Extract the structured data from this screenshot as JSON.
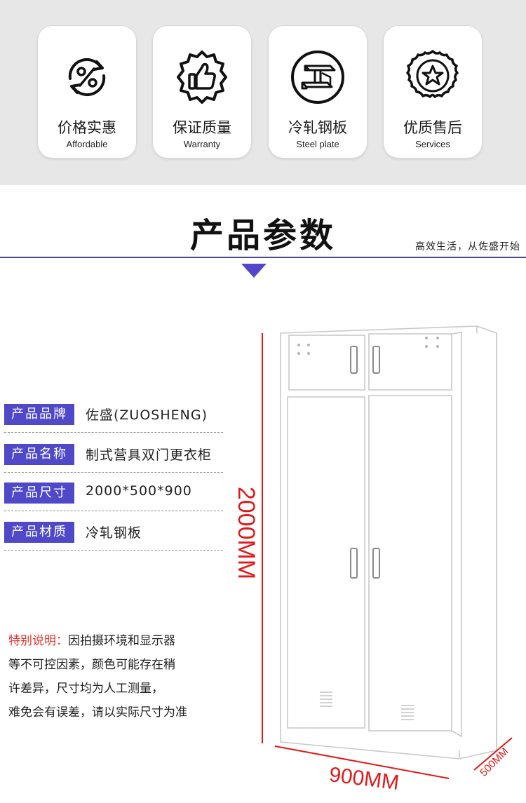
{
  "features": [
    {
      "icon": "percent-refresh-icon",
      "cn": "价格实惠",
      "en": "Affordable"
    },
    {
      "icon": "thumbs-up-badge-icon",
      "cn": "保证质量",
      "en": "Warranty"
    },
    {
      "icon": "steel-beam-icon",
      "cn": "冷轧钢板",
      "en": "Steel plate"
    },
    {
      "icon": "star-badge-icon",
      "cn": "优质售后",
      "en": "Services"
    }
  ],
  "section": {
    "title": "产品参数",
    "slogan": "高效生活，从佐盛开始"
  },
  "specs": [
    {
      "label": "产品品牌",
      "value": "佐盛(ZUOSHENG)"
    },
    {
      "label": "产品名称",
      "value": "制式营具双门更衣柜"
    },
    {
      "label": "产品尺寸",
      "value": "2000*500*900"
    },
    {
      "label": "产品材质",
      "value": "冷轧钢板"
    }
  ],
  "note": {
    "lead": "特别说明：",
    "lines": [
      "因拍摄环境和显示器",
      "等不可控因素，颜色可能存在稍",
      "许差异，尺寸均为人工测量，",
      "难免会有误差，请以实际尺寸为准"
    ]
  },
  "dimensions": {
    "height": "2000MM",
    "width": "900MM",
    "depth": "500MM"
  },
  "colors": {
    "accent": "#4f49c9",
    "dimension_red": "#e01a1a",
    "note_red": "#e1342e",
    "band_bg": "#e7e7e7"
  }
}
